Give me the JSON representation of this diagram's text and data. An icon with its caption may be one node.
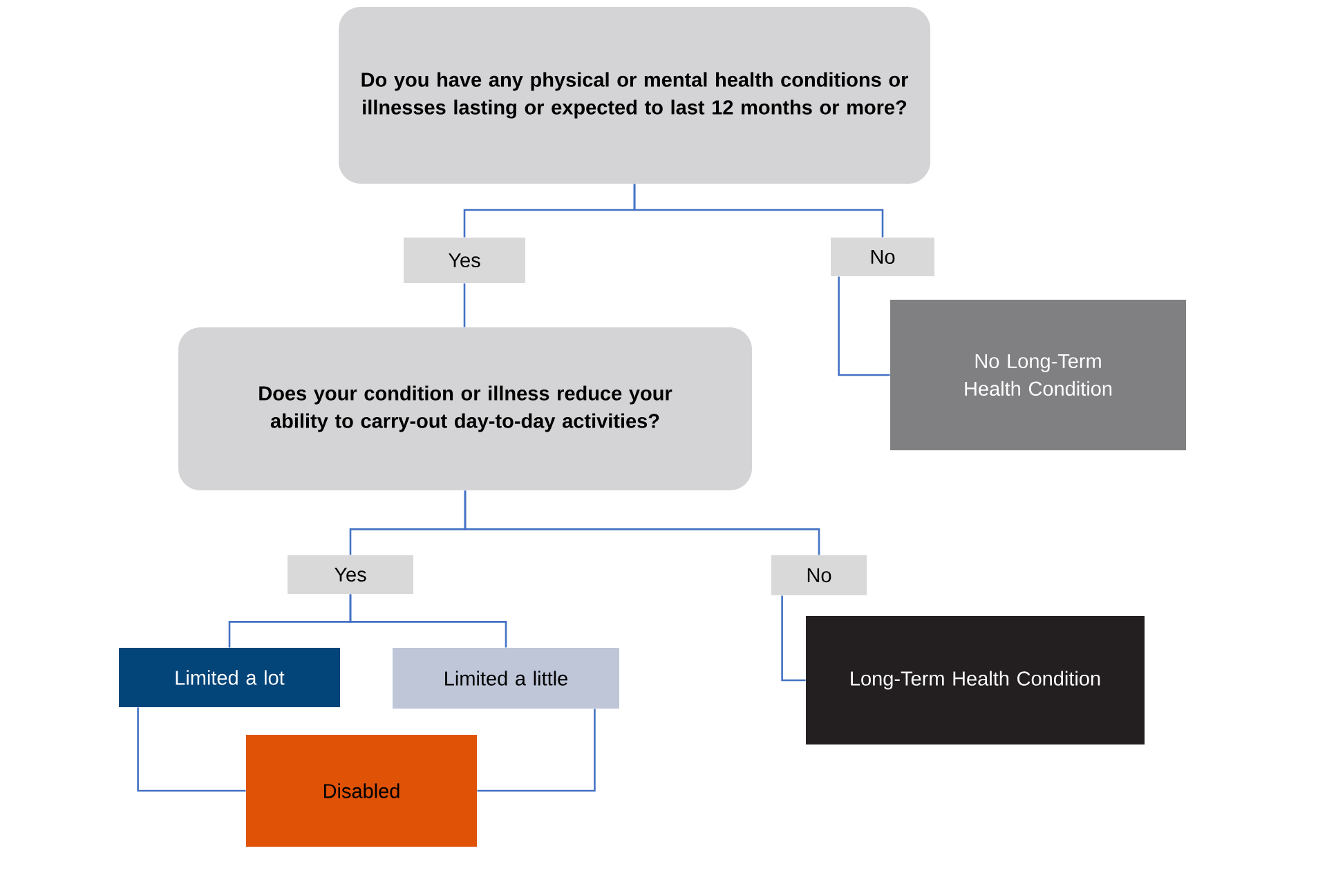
{
  "diagram": {
    "nodes": [
      {
        "text": [
          "Do you have any physical or mental health conditions or illnesses lasting or expected to last 12 months or more?"
        ]
      },
      {
        "text": [
          "Yes"
        ]
      },
      {
        "text": [
          "No"
        ]
      },
      {
        "text": [
          "No Long-Term Health Condition"
        ]
      },
      {
        "text": [
          "Does your condition or illness reduce your ability to carry-out day-to-day activities?"
        ]
      },
      {
        "text": [
          "Yes"
        ]
      },
      {
        "text": [
          "No"
        ]
      },
      {
        "text": [
          "Limited a lot"
        ]
      },
      {
        "text": [
          "Limited a little"
        ]
      },
      {
        "text": [
          "Long-Term Health Condition"
        ]
      },
      {
        "text": [
          "Disabled"
        ]
      }
    ],
    "edges": [
      {
        "from": 0,
        "to": 1,
        "arrow": "none"
      },
      {
        "from": 0,
        "to": 2,
        "arrow": "none"
      },
      {
        "from": 1,
        "to": 4,
        "arrow": "none"
      },
      {
        "from": 2,
        "to": 3,
        "arrow": "none"
      },
      {
        "from": 4,
        "to": 5,
        "arrow": "none"
      },
      {
        "from": 4,
        "to": 6,
        "arrow": "none"
      },
      {
        "from": 5,
        "to": 7,
        "arrow": "none"
      },
      {
        "from": 5,
        "to": 8,
        "arrow": "none"
      },
      {
        "from": 6,
        "to": 9,
        "arrow": "none"
      },
      {
        "from": 7,
        "to": 10,
        "arrow": "none"
      },
      {
        "from": 8,
        "to": 10,
        "arrow": "none"
      }
    ]
  }
}
